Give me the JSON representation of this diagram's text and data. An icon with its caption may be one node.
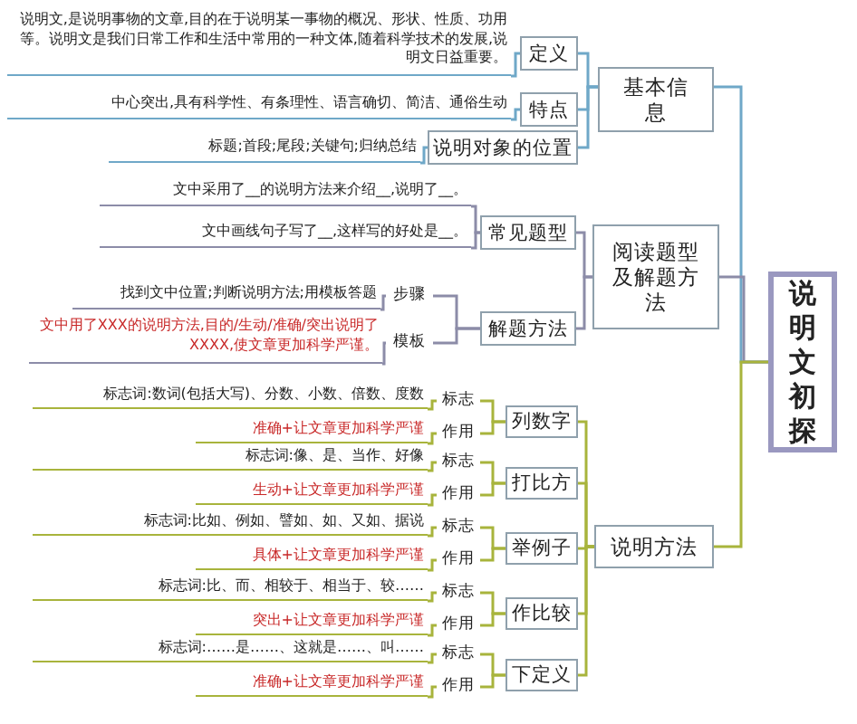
{
  "diagram": {
    "nodes": [
      {
        "text": [
          "说明文初探"
        ]
      },
      {
        "text": [
          "基本信息"
        ]
      },
      {
        "text": [
          "阅读题型及解题方法"
        ]
      },
      {
        "text": [
          "说明方法"
        ]
      },
      {
        "text": [
          "定义"
        ]
      },
      {
        "text": [
          "特点"
        ]
      },
      {
        "text": [
          "说明对象的位置"
        ]
      },
      {
        "text": [
          "说明文,是说明事物的文章,目的在于说明某一事物的概况、形状、性质、功用等。说明文是我们日常工作和生活中常用的一种文体,随着科学技术的发展,说明文日益重要。"
        ]
      },
      {
        "text": [
          "中心突出,具有科学性、有条理性、语言确切、简洁、通俗生动"
        ]
      },
      {
        "text": [
          "标题;首段;尾段;关键句;归纳总结"
        ]
      },
      {
        "text": [
          "常见题型"
        ]
      },
      {
        "text": [
          "解题方法"
        ]
      },
      {
        "text": [
          "文中采用了__的说明方法来介绍__,说明了__。"
        ]
      },
      {
        "text": [
          "文中画线句子写了__,这样写的好处是__。"
        ]
      },
      {
        "text": [
          "步骤"
        ]
      },
      {
        "text": [
          "模板"
        ]
      },
      {
        "text": [
          "找到文中位置;判断说明方法;用模板答题"
        ]
      },
      {
        "text": [
          "文中用了XXX的说明方法,目的/生动/准确/突出说明了XXXX,使文章更加科学严谨。"
        ]
      },
      {
        "text": [
          "列数字"
        ]
      },
      {
        "text": [
          "打比方"
        ]
      },
      {
        "text": [
          "举例子"
        ]
      },
      {
        "text": [
          "作比较"
        ]
      },
      {
        "text": [
          "下定义"
        ]
      },
      {
        "text": [
          "标志"
        ]
      },
      {
        "text": [
          "标志词:数词(包括大写)、分数、小数、倍数、度数"
        ]
      },
      {
        "text": [
          "作用"
        ]
      },
      {
        "text": [
          "准确+让文章更加科学严谨"
        ]
      },
      {
        "text": [
          "标志"
        ]
      },
      {
        "text": [
          "标志词:像、是、当作、好像"
        ]
      },
      {
        "text": [
          "作用"
        ]
      },
      {
        "text": [
          "生动+让文章更加科学严谨"
        ]
      },
      {
        "text": [
          "标志"
        ]
      },
      {
        "text": [
          "标志词:比如、例如、譬如、如、又如、据说"
        ]
      },
      {
        "text": [
          "作用"
        ]
      },
      {
        "text": [
          "具体+让文章更加科学严谨"
        ]
      },
      {
        "text": [
          "标志"
        ]
      },
      {
        "text": [
          "标志词:比、而、相较于、相当于、较……"
        ]
      },
      {
        "text": [
          "作用"
        ]
      },
      {
        "text": [
          "突出+让文章更加科学严谨"
        ]
      },
      {
        "text": [
          "标志"
        ]
      },
      {
        "text": [
          "标志词:……是……、这就是……、叫……"
        ]
      },
      {
        "text": [
          "作用"
        ]
      },
      {
        "text": [
          "准确+让文章更加科学严谨"
        ]
      }
    ],
    "edges": [
      {
        "from": 0,
        "to": 1,
        "arrow": "none",
        "color": "#6fa8c8"
      },
      {
        "from": 1,
        "to": 4,
        "arrow": "none",
        "color": "#6fa8c8"
      },
      {
        "from": 1,
        "to": 5,
        "arrow": "none",
        "color": "#6fa8c8"
      },
      {
        "from": 1,
        "to": 6,
        "arrow": "none",
        "color": "#6fa8c8"
      },
      {
        "from": 4,
        "to": 7,
        "arrow": "none",
        "color": "#6fa8c8"
      },
      {
        "from": 5,
        "to": 8,
        "arrow": "none",
        "color": "#6fa8c8"
      },
      {
        "from": 6,
        "to": 9,
        "arrow": "none",
        "color": "#6fa8c8"
      },
      {
        "from": 0,
        "to": 2,
        "arrow": "none",
        "color": "#8c8ca8"
      },
      {
        "from": 2,
        "to": 10,
        "arrow": "none",
        "color": "#8c8ca8"
      },
      {
        "from": 2,
        "to": 11,
        "arrow": "none",
        "color": "#8c8ca8"
      },
      {
        "from": 10,
        "to": 12,
        "arrow": "none",
        "color": "#8c8ca8"
      },
      {
        "from": 10,
        "to": 13,
        "arrow": "none",
        "color": "#8c8ca8"
      },
      {
        "from": 11,
        "to": 14,
        "arrow": "none",
        "color": "#8c8ca8"
      },
      {
        "from": 11,
        "to": 15,
        "arrow": "none",
        "color": "#8c8ca8"
      },
      {
        "from": 14,
        "to": 16,
        "arrow": "none",
        "color": "#8c8ca8"
      },
      {
        "from": 15,
        "to": 17,
        "arrow": "none",
        "color": "#8c8ca8"
      },
      {
        "from": 0,
        "to": 3,
        "arrow": "none"
      },
      {
        "from": 3,
        "to": 18,
        "arrow": "none"
      },
      {
        "from": 3,
        "to": 19,
        "arrow": "none"
      },
      {
        "from": 3,
        "to": 20,
        "arrow": "none"
      },
      {
        "from": 3,
        "to": 21,
        "arrow": "none"
      },
      {
        "from": 3,
        "to": 22,
        "arrow": "none"
      },
      {
        "from": 18,
        "to": 23,
        "arrow": "none"
      },
      {
        "from": 23,
        "to": 24,
        "arrow": "none"
      },
      {
        "from": 18,
        "to": 25,
        "arrow": "none"
      },
      {
        "from": 25,
        "to": 26,
        "arrow": "none"
      },
      {
        "from": 19,
        "to": 27,
        "arrow": "none"
      },
      {
        "from": 27,
        "to": 28,
        "arrow": "none"
      },
      {
        "from": 19,
        "to": 29,
        "arrow": "none"
      },
      {
        "from": 29,
        "to": 30,
        "arrow": "none"
      },
      {
        "from": 20,
        "to": 31,
        "arrow": "none"
      },
      {
        "from": 31,
        "to": 32,
        "arrow": "none"
      },
      {
        "from": 20,
        "to": 33,
        "arrow": "none"
      },
      {
        "from": 33,
        "to": 34,
        "arrow": "none"
      },
      {
        "from": 21,
        "to": 35,
        "arrow": "none"
      },
      {
        "from": 35,
        "to": 36,
        "arrow": "none"
      },
      {
        "from": 21,
        "to": 37,
        "arrow": "none"
      },
      {
        "from": 37,
        "to": 38,
        "arrow": "none"
      },
      {
        "from": 22,
        "to": 39,
        "arrow": "none"
      },
      {
        "from": 39,
        "to": 40,
        "arrow": "none"
      },
      {
        "from": 22,
        "to": 41,
        "arrow": "none"
      },
      {
        "from": 41,
        "to": 42,
        "arrow": "none"
      }
    ]
  }
}
